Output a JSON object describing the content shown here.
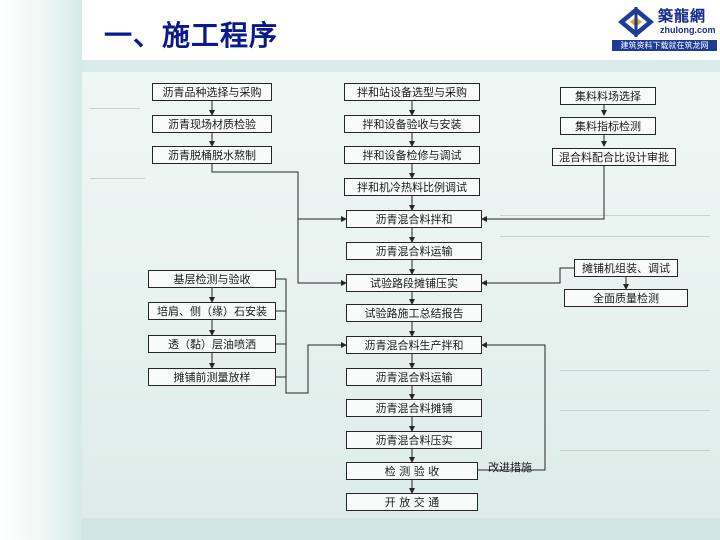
{
  "title": "一、施工程序",
  "logo": {
    "name": "築龍網",
    "url": "zhulong.com",
    "slogan": "建筑资料下载就在筑龙网"
  },
  "colors": {
    "title": "#0a1a8c",
    "box_border": "#262626",
    "background_band": "#d6ebe7"
  },
  "flowchart": {
    "col_asphalt": [
      "沥青品种选择与采购",
      "沥青现场材质检验",
      "沥青脱桶脱水熬制"
    ],
    "col_plant": [
      "拌和站设备选型与采购",
      "拌和设备验收与安装",
      "拌和设备检修与调试"
    ],
    "col_aggregate": [
      "集料料场选择",
      "集料指标检测",
      "混合料配合比设计审批"
    ],
    "main": [
      "拌和机冷热料比例调试",
      "沥青混合料拌和",
      "沥青混合料运输",
      "试验路段摊铺压实",
      "试验路施工总结报告",
      "沥青混合料生产拌和",
      "沥青混合料运输",
      "沥青混合料摊铺",
      "沥青混合料压实",
      "检 测 验 收",
      "开 放 交 通"
    ],
    "col_base": [
      "基层检测与验收",
      "培肩、侧（缘）石安装",
      "透（黏）层油喷洒",
      "摊铺前测量放样"
    ],
    "col_paver": [
      "摊铺机组装、调试",
      "全面质量检测"
    ],
    "feedback_label": "改进措施"
  }
}
